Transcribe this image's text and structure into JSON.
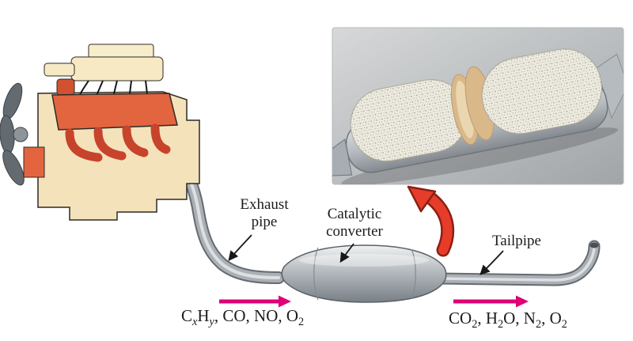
{
  "figure": {
    "labels": {
      "exhaust_line1": "Exhaust",
      "exhaust_line2": "pipe",
      "converter_line1": "Catalytic",
      "converter_line2": "converter",
      "tailpipe": "Tailpipe"
    },
    "flows": {
      "inlet": [
        {
          "t": "C"
        },
        {
          "t": "x",
          "sub": true,
          "it": true
        },
        {
          "t": "H"
        },
        {
          "t": "y",
          "sub": true,
          "it": true
        },
        {
          "t": ", CO, NO, O"
        },
        {
          "t": "2",
          "sub": true
        }
      ],
      "outlet": [
        {
          "t": "CO"
        },
        {
          "t": "2",
          "sub": true
        },
        {
          "t": ", H"
        },
        {
          "t": "2",
          "sub": true
        },
        {
          "t": "O, N"
        },
        {
          "t": "2",
          "sub": true
        },
        {
          "t": ", O"
        },
        {
          "t": "2",
          "sub": true
        }
      ]
    },
    "colors": {
      "flow_arrow": "#dd0077",
      "callout_arrow": "#e73c2a",
      "callout_outline": "#8a2014",
      "label": "#1c1c1c",
      "engine_beige": "#f4e2bb",
      "engine_orange": "#e2653f",
      "manifold_red": "#c8432c",
      "pipe_light": "#aab0b5",
      "pipe_dark": "#656c71",
      "ceramic_tan": "#d9b88a"
    }
  }
}
